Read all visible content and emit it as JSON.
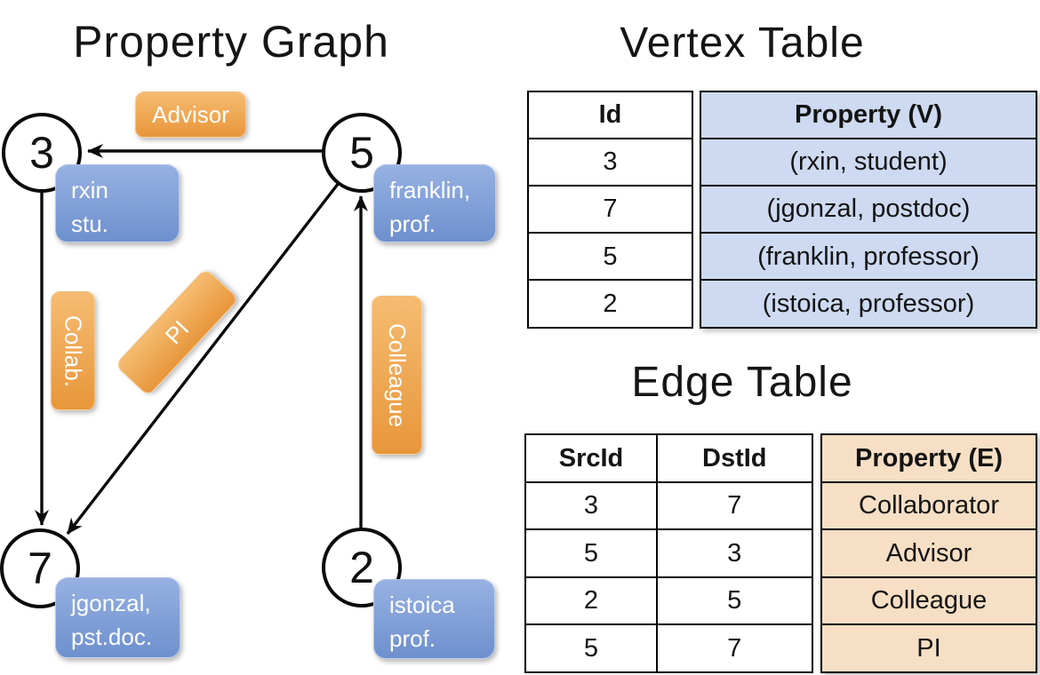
{
  "colors": {
    "orange_top": "#F5BC72",
    "orange_bottom": "#E8963A",
    "blue_top": "#97B1E2",
    "blue_bottom": "#6E90CE",
    "vertex_fill": "#CDDAF1",
    "edge_fill": "#F6DFC4",
    "line": "#000000"
  },
  "graph": {
    "title": "Property Graph",
    "nodes": [
      {
        "id": "3",
        "property": "rxin\nstu."
      },
      {
        "id": "5",
        "property": "franklin,\nprof."
      },
      {
        "id": "7",
        "property": "jgonzal,\npst.doc."
      },
      {
        "id": "2",
        "property": "istoica\nprof."
      }
    ],
    "edges": [
      {
        "label": "Advisor"
      },
      {
        "label": "Collab."
      },
      {
        "label": "PI"
      },
      {
        "label": "Colleague"
      }
    ]
  },
  "vertex_table": {
    "title": "Vertex Table",
    "headers": {
      "id": "Id",
      "property": "Property (V)"
    },
    "rows": [
      {
        "id": "3",
        "property": "(rxin, student)"
      },
      {
        "id": "7",
        "property": "(jgonzal, postdoc)"
      },
      {
        "id": "5",
        "property": "(franklin, professor)"
      },
      {
        "id": "2",
        "property": "(istoica, professor)"
      }
    ]
  },
  "edge_table": {
    "title": "Edge Table",
    "headers": {
      "src": "SrcId",
      "dst": "DstId",
      "property": "Property (E)"
    },
    "rows": [
      {
        "src": "3",
        "dst": "7",
        "property": "Collaborator"
      },
      {
        "src": "5",
        "dst": "3",
        "property": "Advisor"
      },
      {
        "src": "2",
        "dst": "5",
        "property": "Colleague"
      },
      {
        "src": "5",
        "dst": "7",
        "property": "PI"
      }
    ]
  }
}
